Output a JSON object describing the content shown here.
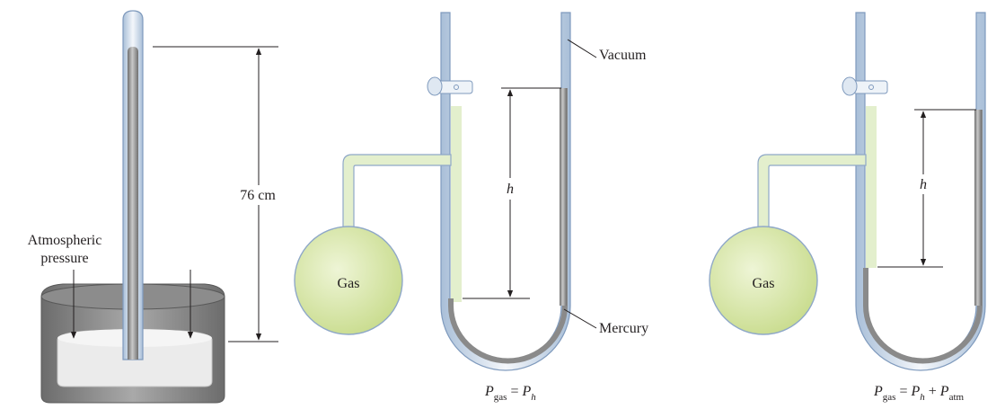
{
  "barometer": {
    "height_label": "76 cm",
    "pressure_label_line1": "Atmospheric",
    "pressure_label_line2": "pressure"
  },
  "manometer_closed": {
    "gas_label": "Gas",
    "vacuum_label": "Vacuum",
    "mercury_label": "Mercury",
    "h_label": "h",
    "equation": {
      "P": "P",
      "gas_sub": "gas",
      "equals": " = ",
      "rhs_P": "P",
      "rhs_sub": "h"
    }
  },
  "manometer_open": {
    "gas_label": "Gas",
    "h_label": "h",
    "equation": {
      "P": "P",
      "gas_sub": "gas",
      "equals": " = ",
      "rhs_P": "P",
      "rhs_sub": "h",
      "plus": " + ",
      "atm_P": "P",
      "atm_sub": "atm"
    }
  },
  "colors": {
    "glass_fill": "#e6f0d2",
    "glass_stroke": "#8fa8c8",
    "mercury": "#8a8a8a",
    "flask_fill": "#d7e8a6",
    "dish_dark": "#7d7d7d",
    "dish_light": "#e8e8e8"
  }
}
